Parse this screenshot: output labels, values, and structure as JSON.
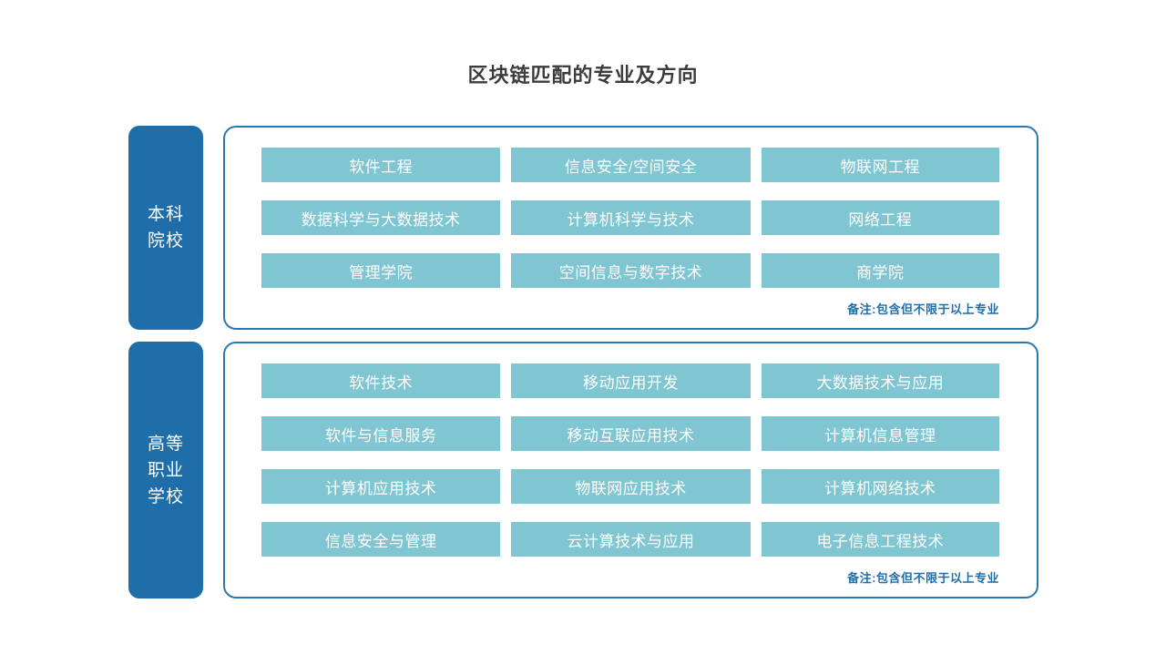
{
  "title": "区块链匹配的专业及方向",
  "colors": {
    "tab_blue": "#1f6eaa",
    "panel_border": "#2a77ae",
    "chip_teal": "#80c5d2",
    "title_text": "#3c3c3c",
    "note_text": "#1f6eaa",
    "chip_text": "#ffffff",
    "background": "#ffffff"
  },
  "sections": [
    {
      "category_label": "本科\n院校",
      "note": "备注:包含但不限于以上专业",
      "rows": [
        [
          "软件工程",
          "信息安全/空间安全",
          "物联网工程"
        ],
        [
          "数据科学与大数据技术",
          "计算机科学与技术",
          "网络工程"
        ],
        [
          "管理学院",
          "空间信息与数字技术",
          "商学院"
        ]
      ]
    },
    {
      "category_label": "高等\n职业\n学校",
      "note": "备注:包含但不限于以上专业",
      "rows": [
        [
          "软件技术",
          "移动应用开发",
          "大数据技术与应用"
        ],
        [
          "软件与信息服务",
          "移动互联应用技术",
          "计算机信息管理"
        ],
        [
          "计算机应用技术",
          "物联网应用技术",
          "计算机网络技术"
        ],
        [
          "信息安全与管理",
          "云计算技术与应用",
          "电子信息工程技术"
        ]
      ]
    }
  ]
}
